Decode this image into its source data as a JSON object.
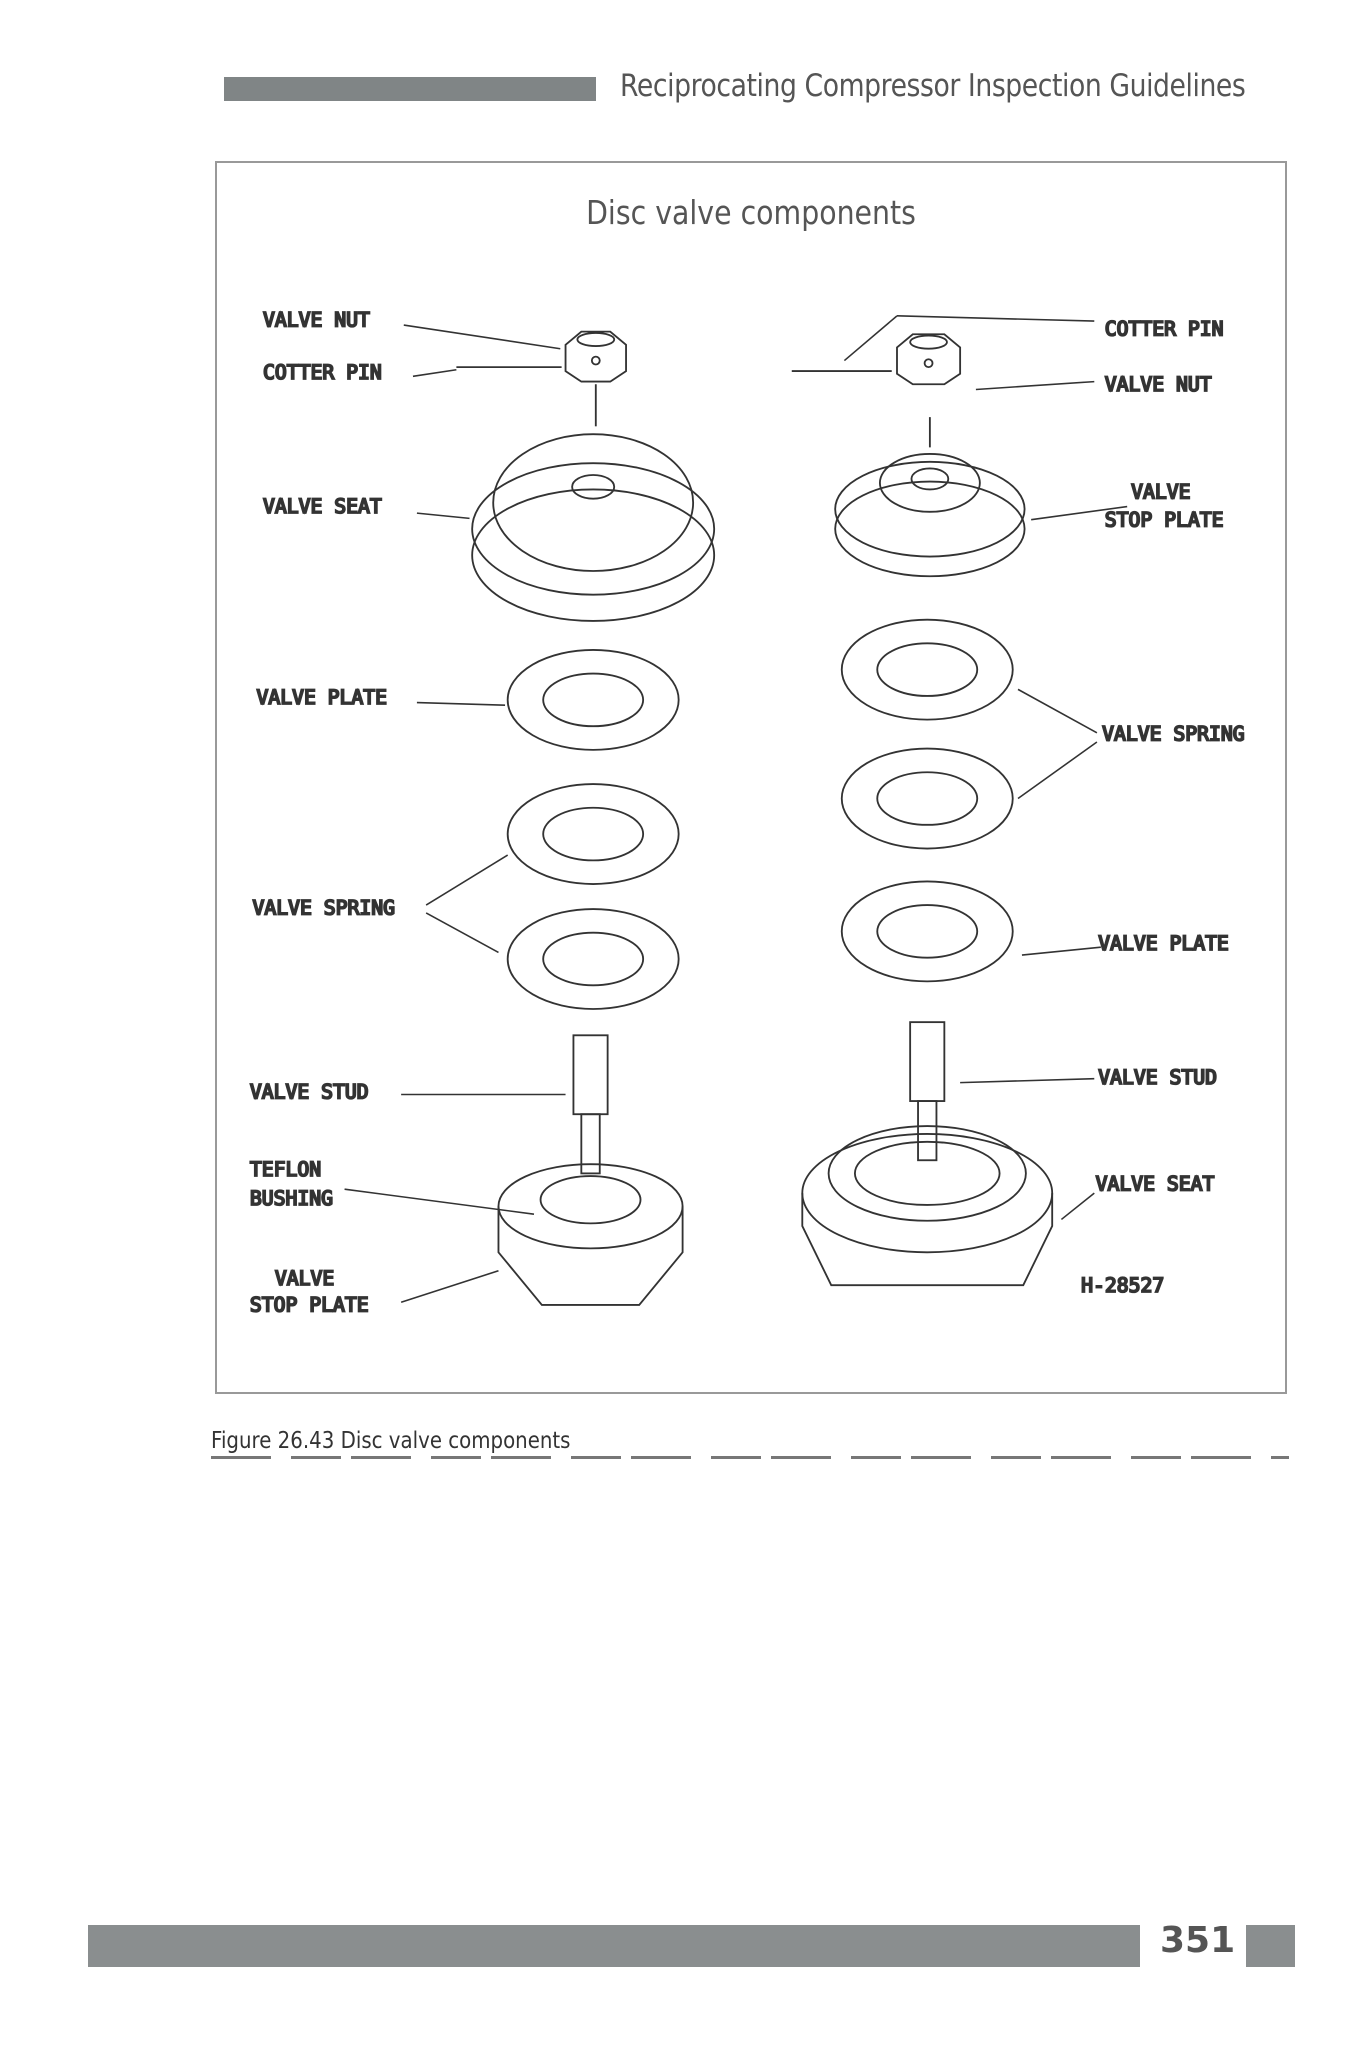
{
  "header": {
    "title": "Reciprocating Compressor Inspection Guidelines"
  },
  "figure": {
    "title": "Disc valve components",
    "left_labels": {
      "valve_nut": "VALVE NUT",
      "cotter_pin": "COTTER PIN",
      "valve_seat": "VALVE SEAT",
      "valve_plate": "VALVE PLATE",
      "valve_spring": "VALVE SPRING",
      "valve_stud": "VALVE STUD",
      "teflon_1": "TEFLON",
      "teflon_2": "BUSHING",
      "stop_1": "VALVE",
      "stop_2": "STOP PLATE"
    },
    "right_labels": {
      "cotter_pin": "COTTER PIN",
      "valve_nut": "VALVE NUT",
      "stop_1": "VALVE",
      "stop_2": "STOP PLATE",
      "valve_spring": "VALVE SPRING",
      "valve_plate": "VALVE PLATE",
      "valve_stud": "VALVE STUD",
      "valve_seat": "VALVE SEAT",
      "drawing_id": "H-28527"
    },
    "caption": "Figure 26.43 Disc valve components"
  },
  "footer": {
    "page_number": "351"
  }
}
